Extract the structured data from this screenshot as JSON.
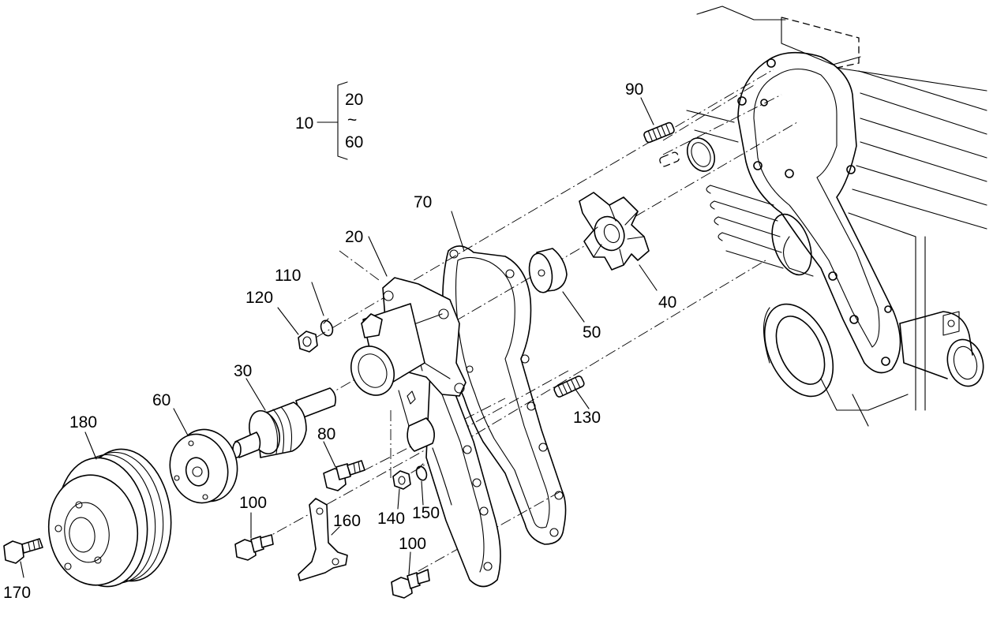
{
  "diagram": {
    "kit": {
      "number": "10",
      "range_from": "20",
      "range_sep": "~",
      "range_to": "60"
    },
    "callouts": {
      "c20": "20",
      "c30": "30",
      "c40": "40",
      "c50": "50",
      "c60": "60",
      "c70": "70",
      "c80": "80",
      "c90": "90",
      "c100a": "100",
      "c100b": "100",
      "c110": "110",
      "c120": "120",
      "c130": "130",
      "c140": "140",
      "c150": "150",
      "c160": "160",
      "c170": "170",
      "c180": "180"
    }
  }
}
